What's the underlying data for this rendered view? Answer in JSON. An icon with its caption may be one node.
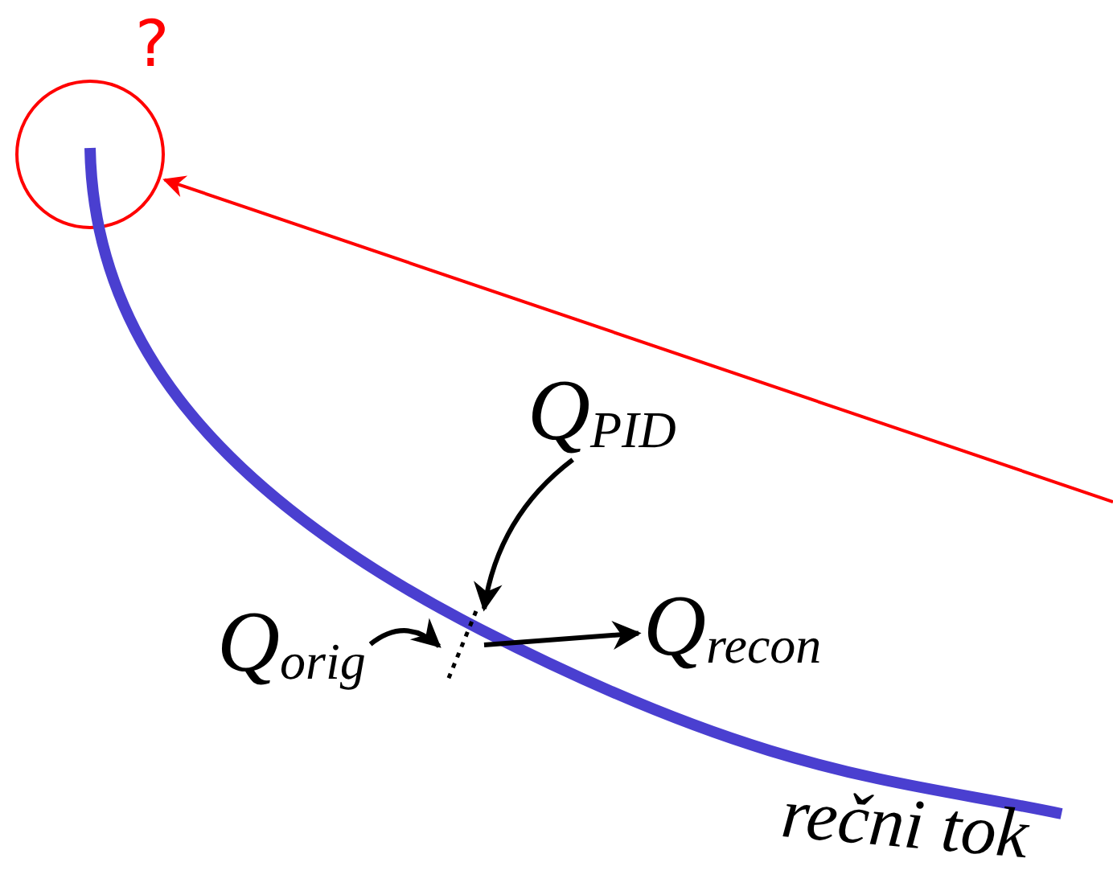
{
  "diagram": {
    "nodes": [
      {
        "text": [
          "?"
        ]
      },
      {
        "text": [
          "Q$_{orig}$"
        ]
      },
      {
        "text": [
          "Q$_{PID}$"
        ]
      },
      {
        "text": [],
        "shape": "line"
      },
      {
        "text": [
          "Q$_{recon}$"
        ]
      }
    ],
    "edges": [
      {
        "from": null,
        "to": 0,
        "arrow": "to",
        "color": "#ff0000"
      },
      {
        "from": 1,
        "to": 3,
        "arrow": "to"
      },
      {
        "from": 2,
        "to": 3,
        "arrow": "to"
      },
      {
        "from": 3,
        "to": 4,
        "arrow": "to"
      }
    ],
    "labels": [
      "rečni tok"
    ]
  }
}
